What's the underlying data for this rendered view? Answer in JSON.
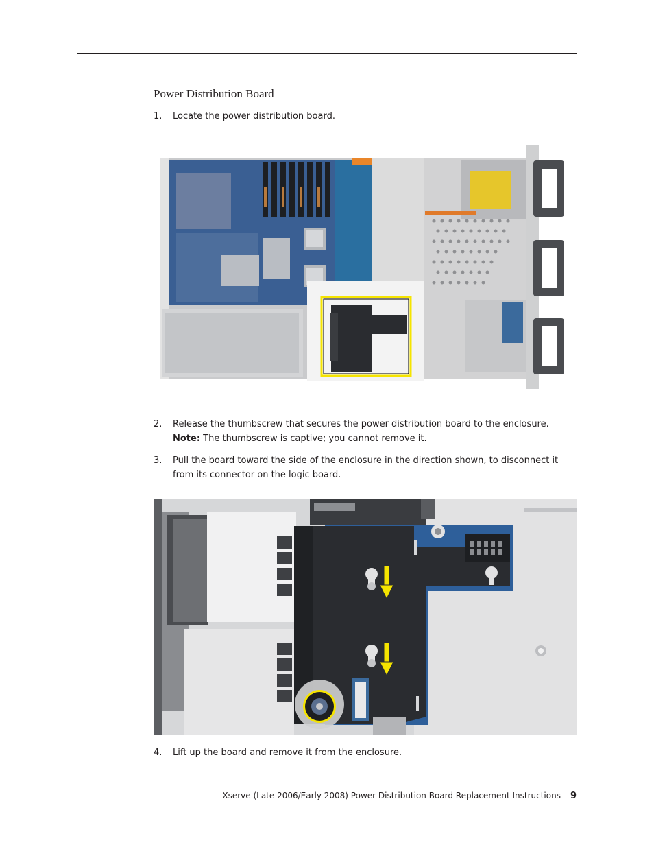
{
  "section": {
    "title": "Power Distribution Board"
  },
  "steps": [
    {
      "number": "1.",
      "text": "Locate the power distribution board."
    },
    {
      "number": "2.",
      "text": "Release the thumbscrew that secures the power distribution board to the enclosure.",
      "note_label": "Note:",
      "note_text": " The thumbscrew is captive; you cannot remove it."
    },
    {
      "number": "3.",
      "text": "Pull the board toward the side of the enclosure in the direction shown, to disconnect it from its connector on the logic board."
    },
    {
      "number": "4.",
      "text": "Lift up the board and remove it from the enclosure."
    }
  ],
  "footer": {
    "doc_title": "Xserve (Late 2006/Early 2008) Power Distribution Board Replacement Instructions",
    "page_number": "9"
  },
  "colors": {
    "highlight": "#f5e400",
    "board": "#2a2c30",
    "pcb_blue": "#2e5f9a",
    "chassis": "#d8d8d8"
  }
}
